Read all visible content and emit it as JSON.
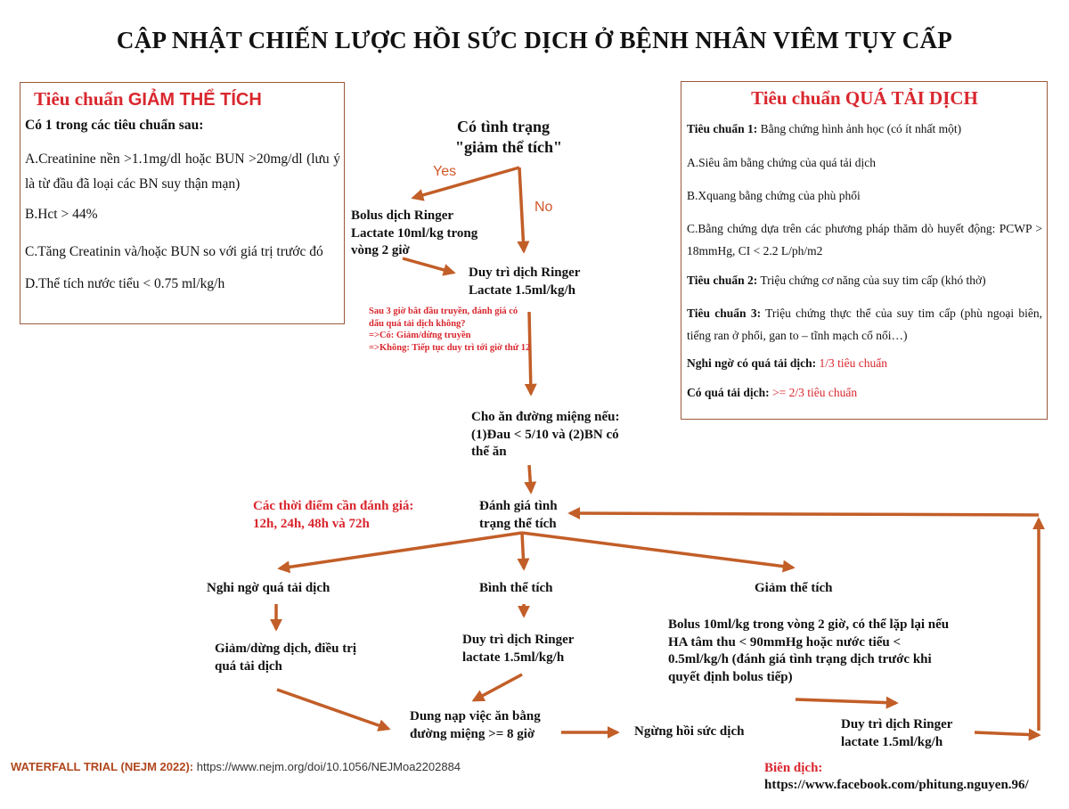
{
  "title": "CẬP NHẬT CHIẾN LƯỢC HỒI SỨC DỊCH Ở BỆNH NHÂN VIÊM TỤY CẤP",
  "left_box": {
    "heading_prefix": "Tiêu chuẩn ",
    "heading_main": "GIẢM THỂ TÍCH",
    "intro": "Có 1 trong các tiêu chuẩn sau:",
    "items": [
      "A.Creatinine nền >1.1mg/dl hoặc BUN >20mg/dl (lưu ý là từ đầu đã loại các BN suy thận mạn)",
      "B.Hct > 44%",
      "C.Tăng Creatinin và/hoặc BUN so với giá trị trước đó",
      "D.Thể tích nước tiểu < 0.75 ml/kg/h"
    ]
  },
  "right_box": {
    "heading_prefix": "Tiêu chuẩn ",
    "heading_main": "QUÁ TẢI DỊCH",
    "c1_label": "Tiêu chuẩn 1:",
    "c1_text": " Bằng chứng hình ảnh học (có ít nhất một)",
    "c1_a": "A.Siêu âm bằng chứng của quá tải dịch",
    "c1_b": "B.Xquang bằng chứng của phù phổi",
    "c1_c": "C.Bằng chứng dựa trên các phương pháp thăm dò huyết động: PCWP > 18mmHg, CI < 2.2 L/ph/m2",
    "c2_label": "Tiêu chuẩn 2:",
    "c2_text": " Triệu chứng cơ năng của suy tim cấp (khó thở)",
    "c3_label": "Tiêu chuẩn 3:",
    "c3_text": " Triệu chứng thực thể của suy tim cấp (phù ngoại biên, tiếng ran ở phổi, gan to – tĩnh mạch cổ nổi…)",
    "suspect_label": "Nghi ngờ có quá tải dịch:",
    "suspect_value": " 1/3 tiêu chuẩn",
    "confirm_label": "Có quá tải dịch:",
    "confirm_value": " >= 2/3 tiêu chuẩn"
  },
  "flow": {
    "start_line1": "Có tình trạng",
    "start_line2": "\"giảm thể tích\"",
    "yes": "Yes",
    "no": "No",
    "bolus_initial": "Bolus dịch Ringer Lactate 10ml/kg trong vòng 2 giờ",
    "maintain_initial": "Duy trì dịch Ringer Lactate 1.5ml/kg/h",
    "note_3h": "Sau 3 giờ bắt đầu truyền, đánh giá có dấu quá tải dịch không?\n=>Có: Giảm/dừng truyền\n=>Không: Tiếp tục duy trì tới giờ thứ 12",
    "feeding": "Cho ăn đường miệng nếu: (1)Đau < 5/10 và (2)BN có thể ăn",
    "assess_times": "Các thời điểm cần đánh giá: 12h, 24h, 48h và 72h",
    "assess": "Đánh giá tình trạng thể tích",
    "branch_overload": "Nghi ngờ quá tải dịch",
    "branch_normal": "Bình thể tích",
    "branch_hypo": "Giảm thể tích",
    "overload_action": "Giảm/dừng dịch, điều trị quá tải dịch",
    "normal_action": "Duy trì dịch Ringer lactate 1.5ml/kg/h",
    "hypo_action": "Bolus 10ml/kg trong vòng 2 giờ, có thể lặp lại nếu HA tâm thu < 90mmHg hoặc nước tiểu < 0.5ml/kg/h (đánh giá tình trạng dịch trước khi quyết định bolus tiếp)",
    "tolerate": "Dung nạp việc ăn bằng đường miệng >= 8 giờ",
    "stop": "Ngừng hồi sức dịch",
    "maintain_after": "Duy trì dịch Ringer lactate 1.5ml/kg/h"
  },
  "footer": {
    "trial_label": "WATERFALL TRIAL (NEJM 2022):",
    "trial_url": " https://www.nejm.org/doi/10.1056/NEJMoa2202884",
    "translation_label": "Biên dịch:",
    "translation_url": "https://www.facebook.com/phitung.nguyen.96/"
  },
  "colors": {
    "arrow": "#c25e28",
    "red_text": "#d9272e",
    "box_border": "#9c5a3c"
  }
}
